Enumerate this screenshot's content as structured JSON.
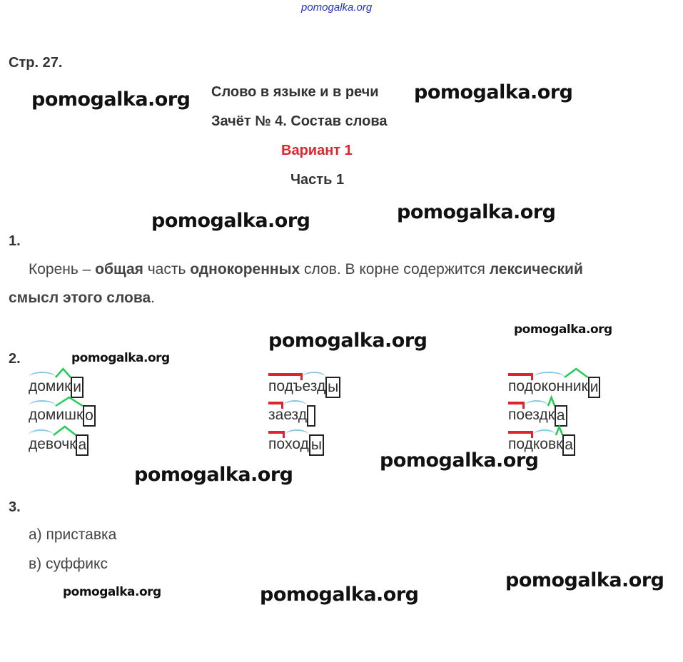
{
  "watermarks": {
    "top": "pomogalka.org",
    "main": "pomogalka.org"
  },
  "header": {
    "page": "Стр. 27.",
    "title": "Слово в языке и в речи",
    "subtitle": "Зачёт № 4. Состав слова",
    "variant": "Вариант 1",
    "part": "Часть 1"
  },
  "task1": {
    "number": "1.",
    "t1": "Корень – ",
    "b1": "общая",
    "t2": " часть ",
    "b2": "однокоренных",
    "t3": " слов. В корне содержится ",
    "b3": "лексический",
    "b4": "смысл этого слова",
    "t4": "."
  },
  "task2": {
    "number": "2.",
    "columns": [
      [
        {
          "parts": [
            {
              "type": "root",
              "text": "дом"
            },
            {
              "type": "suffix",
              "text": "ик"
            },
            {
              "type": "ending",
              "text": "и"
            }
          ]
        },
        {
          "parts": [
            {
              "type": "root",
              "text": "дом"
            },
            {
              "type": "suffix",
              "text": "ишк"
            },
            {
              "type": "ending",
              "text": "о"
            }
          ]
        },
        {
          "parts": [
            {
              "type": "root",
              "text": "дев"
            },
            {
              "type": "suffix",
              "text": "очк"
            },
            {
              "type": "ending",
              "text": "а"
            }
          ]
        }
      ],
      [
        {
          "parts": [
            {
              "type": "prefix",
              "text": "подъ"
            },
            {
              "type": "root",
              "text": "езд"
            },
            {
              "type": "ending",
              "text": "ы"
            }
          ]
        },
        {
          "parts": [
            {
              "type": "prefix",
              "text": "за"
            },
            {
              "type": "root",
              "text": "езд"
            },
            {
              "type": "ending",
              "text": ""
            }
          ]
        },
        {
          "parts": [
            {
              "type": "prefix",
              "text": "по"
            },
            {
              "type": "root",
              "text": "ход"
            },
            {
              "type": "ending",
              "text": "ы"
            }
          ]
        }
      ],
      [
        {
          "parts": [
            {
              "type": "prefix",
              "text": "под"
            },
            {
              "type": "root",
              "text": "окон"
            },
            {
              "type": "suffix",
              "text": "ник"
            },
            {
              "type": "ending",
              "text": "и"
            }
          ]
        },
        {
          "parts": [
            {
              "type": "prefix",
              "text": "по"
            },
            {
              "type": "root",
              "text": "езд"
            },
            {
              "type": "suffix",
              "text": "к"
            },
            {
              "type": "ending",
              "text": "а"
            }
          ]
        },
        {
          "parts": [
            {
              "type": "prefix",
              "text": "под"
            },
            {
              "type": "root",
              "text": "ков"
            },
            {
              "type": "suffix",
              "text": "к"
            },
            {
              "type": "ending",
              "text": "а"
            }
          ]
        }
      ]
    ]
  },
  "task3": {
    "number": "3.",
    "a": "а) приставка",
    "b": "в) суффикс"
  }
}
